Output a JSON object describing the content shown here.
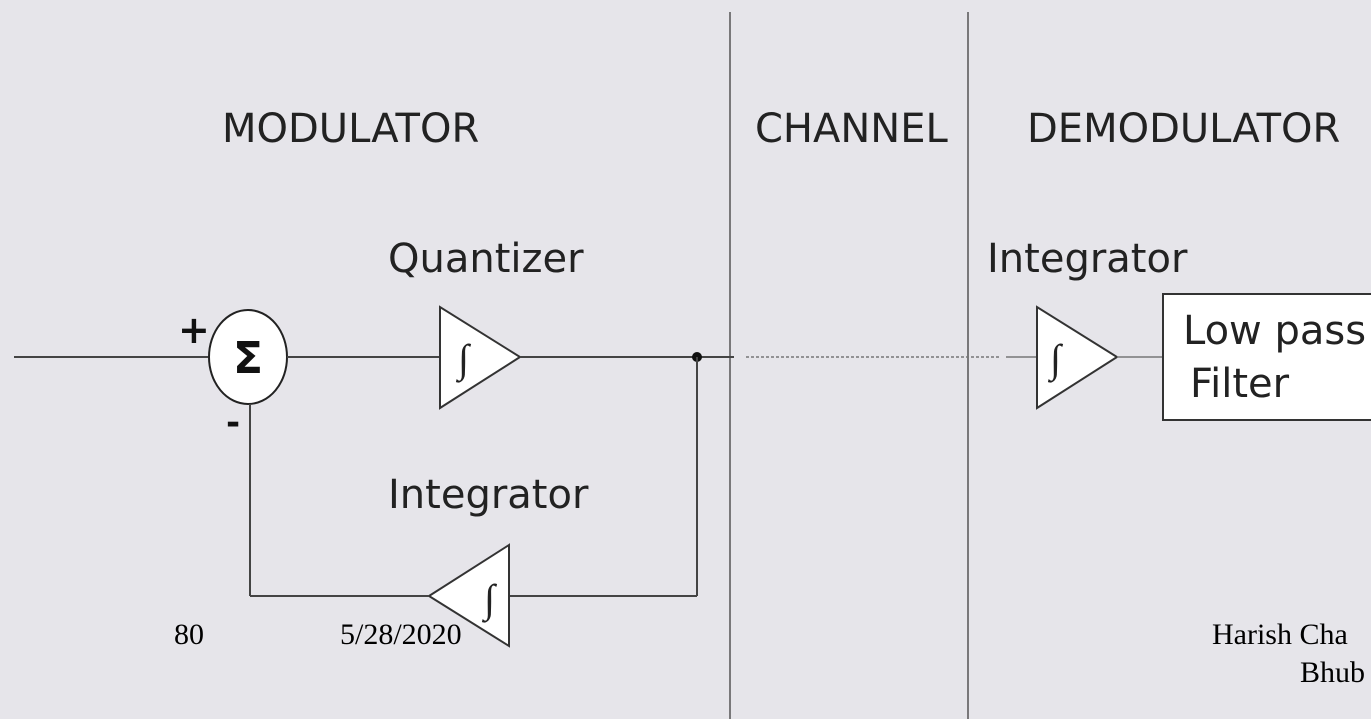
{
  "sections": {
    "modulator": "MODULATOR",
    "channel": "CHANNEL",
    "demodulator": "DEMODULATOR"
  },
  "blocks": {
    "quantizer_label": "Quantizer",
    "feedback_integrator_label": "Integrator",
    "demod_integrator_label": "Integrator",
    "lowpass_line1": "Low pass",
    "lowpass_line2": "Filter",
    "sum_symbol": "Σ",
    "integral_symbol": "∫",
    "plus_sign": "+",
    "minus_sign": "-"
  },
  "footer": {
    "page_number": "80",
    "date": "5/28/2020",
    "author_line1": "Harish Cha",
    "author_line2": "Bhub"
  }
}
